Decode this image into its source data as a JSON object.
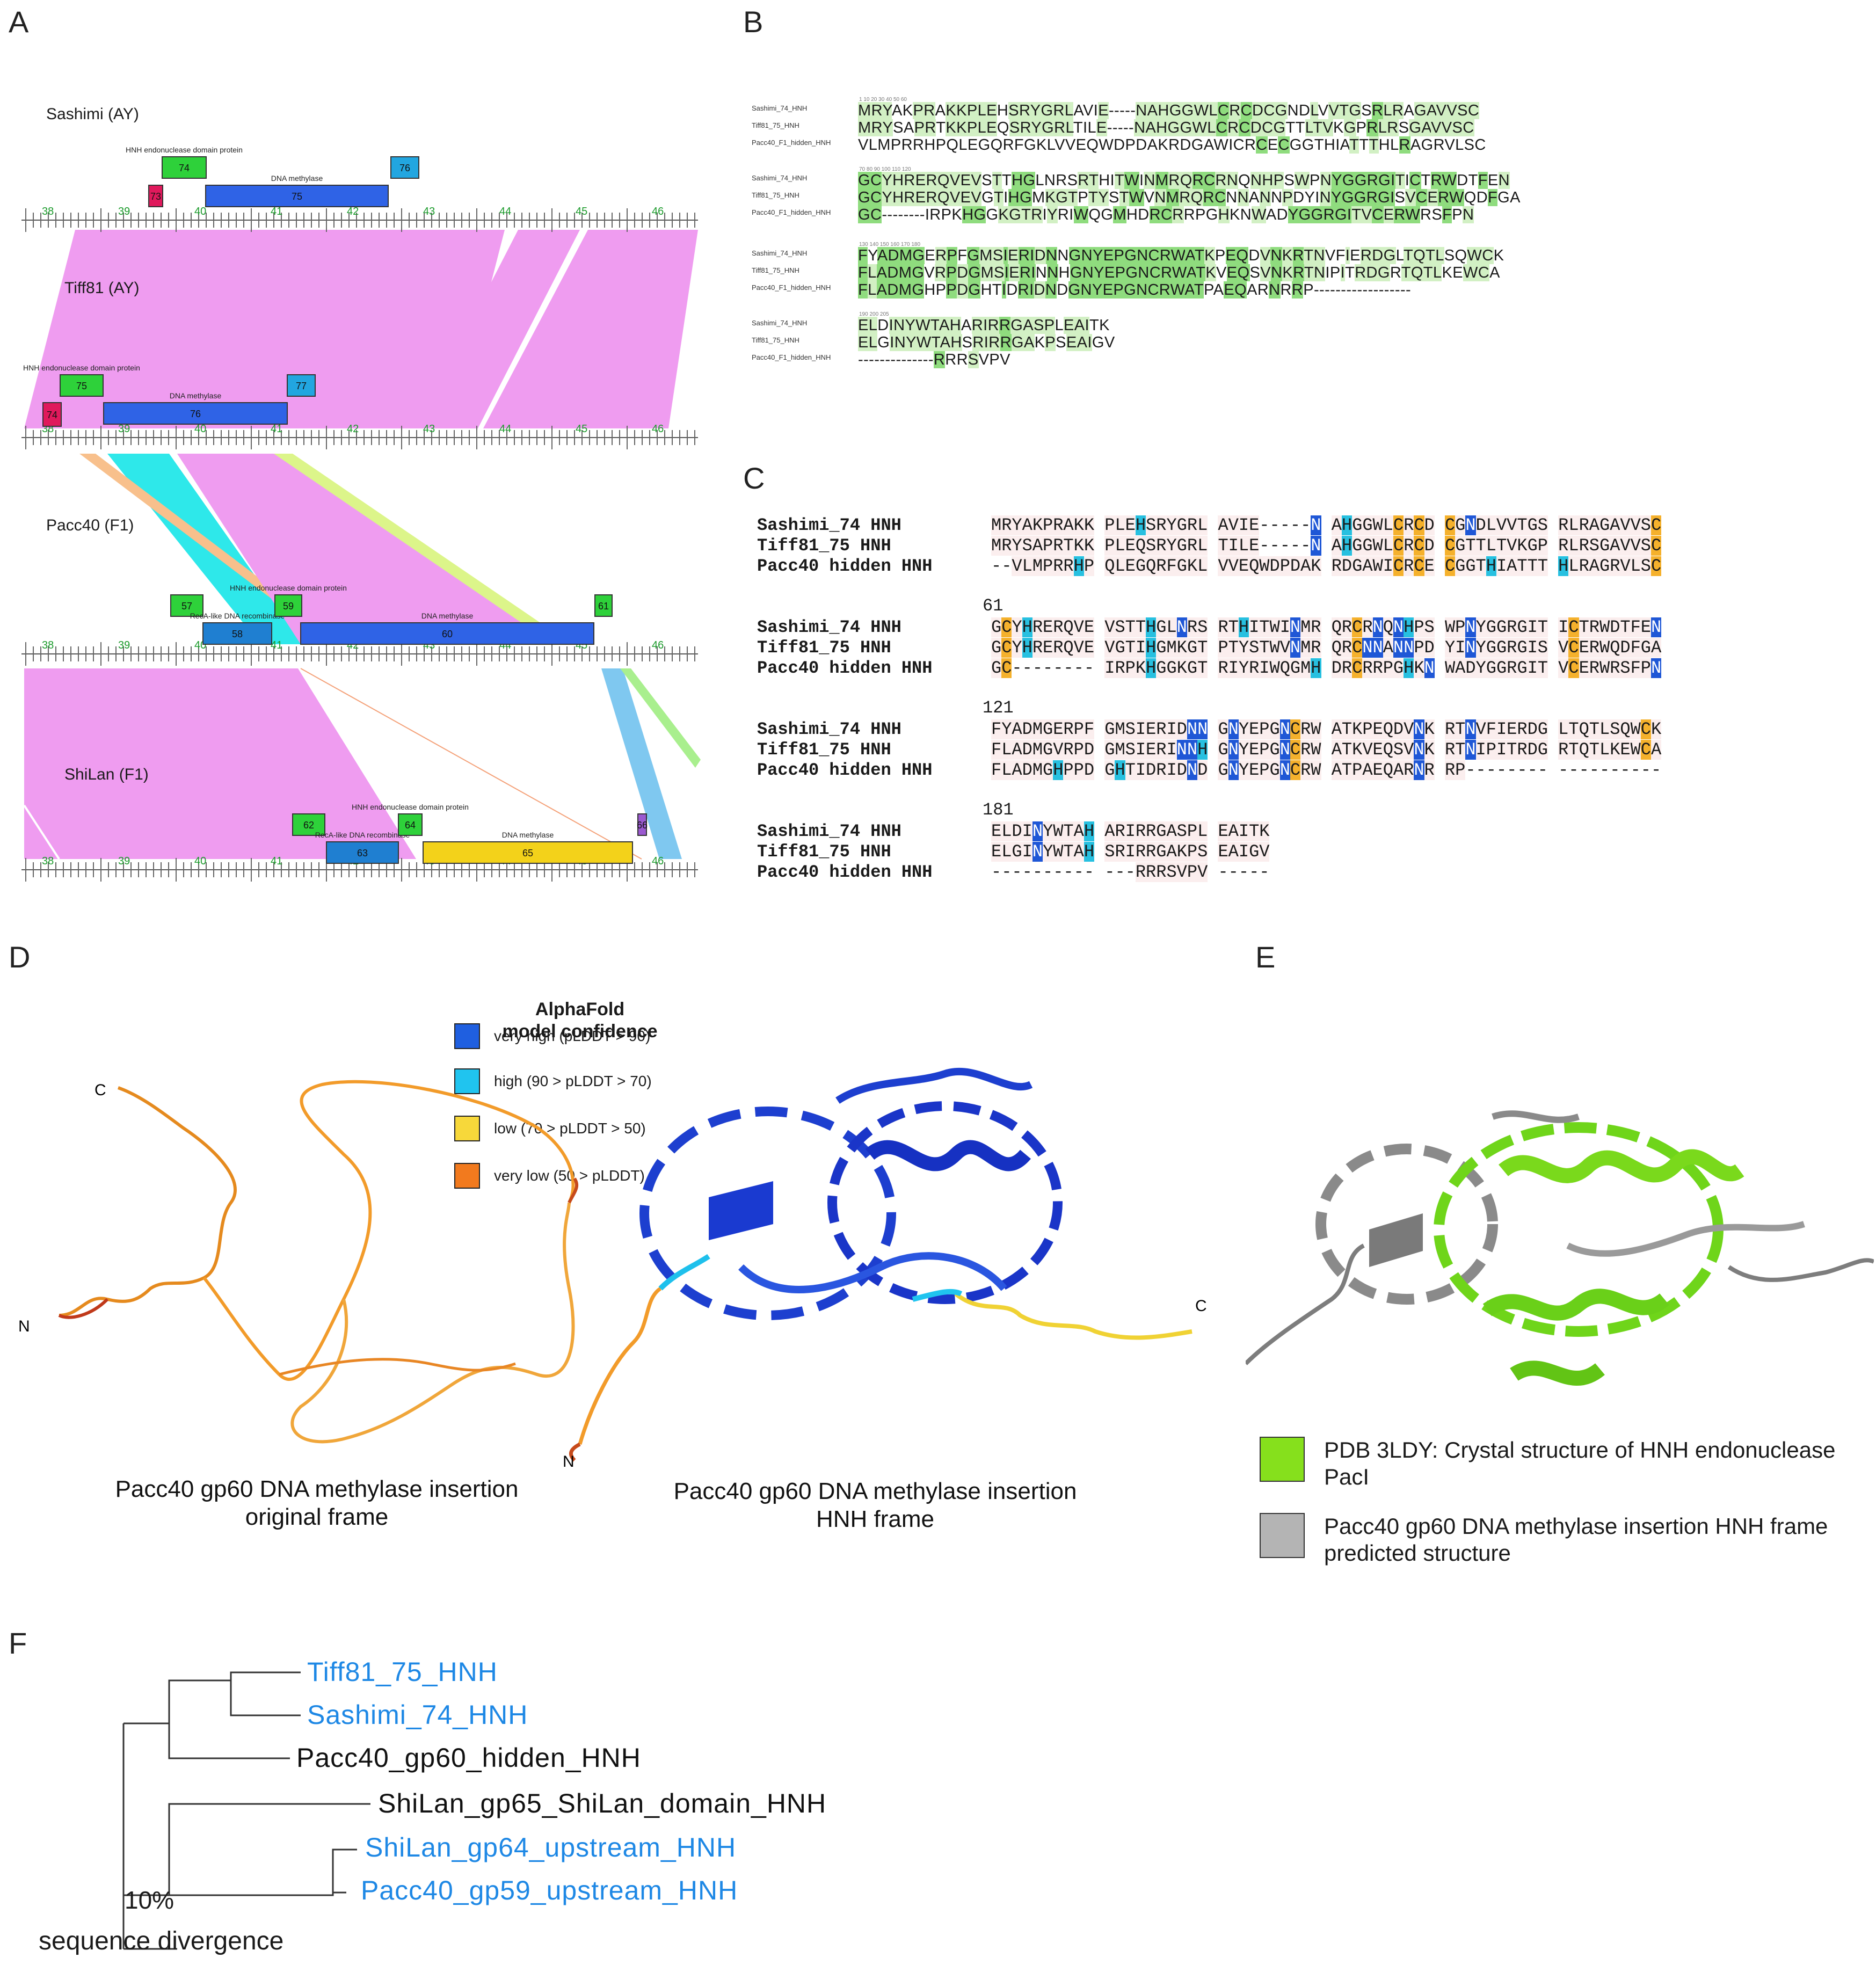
{
  "letters": {
    "A": "A",
    "B": "B",
    "C": "C",
    "D": "D",
    "E": "E",
    "F": "F"
  },
  "panelA": {
    "genomes": [
      {
        "name": "Sashimi (AY)",
        "ticks": [
          "38",
          "39",
          "40",
          "41",
          "42",
          "43",
          "44",
          "45",
          "46"
        ]
      },
      {
        "name": "Tiff81 (AY)",
        "ticks": [
          "38",
          "39",
          "40",
          "41",
          "42",
          "43",
          "44",
          "45",
          "46"
        ]
      },
      {
        "name": "Pacc40 (F1)",
        "ticks": [
          "38",
          "39",
          "40",
          "41",
          "42",
          "43",
          "44",
          "45",
          "46"
        ]
      },
      {
        "name": "ShiLan (F1)",
        "ticks": [
          "38",
          "39",
          "40",
          "41",
          "42",
          "43",
          "44",
          "45",
          "46"
        ]
      }
    ],
    "genes": {
      "sashimi": [
        {
          "label": "73",
          "color": "#e0195c"
        },
        {
          "label": "74",
          "color": "#2ed13a",
          "note": "HNH endonuclease domain protein"
        },
        {
          "label": "75",
          "color": "#2f63e6",
          "note": "DNA methylase"
        },
        {
          "label": "76",
          "color": "#22a6e0"
        }
      ],
      "tiff81": [
        {
          "label": "74",
          "color": "#e0195c"
        },
        {
          "label": "75",
          "color": "#2ed13a",
          "note": "HNH endonuclease domain protein"
        },
        {
          "label": "76",
          "color": "#2f63e6",
          "note": "DNA methylase"
        },
        {
          "label": "77",
          "color": "#22a6e0"
        }
      ],
      "pacc40": [
        {
          "label": "57",
          "color": "#2ed13a"
        },
        {
          "label": "58",
          "color": "#1f7fd1",
          "note": "RecA-like DNA recombinase"
        },
        {
          "label": "59",
          "color": "#2ed13a",
          "note": "HNH endonuclease domain protein"
        },
        {
          "label": "60",
          "color": "#2f63e6",
          "note": "DNA methylase"
        },
        {
          "label": "61",
          "color": "#2ed13a"
        }
      ],
      "shilan": [
        {
          "label": "62",
          "color": "#2ed13a"
        },
        {
          "label": "63",
          "color": "#1f7fd1",
          "note": "RecA-like DNA recombinase"
        },
        {
          "label": "64",
          "color": "#2ed13a",
          "note": "HNH endonuclease domain protein"
        },
        {
          "label": "65",
          "color": "#f3d21a",
          "note": "DNA methylase"
        },
        {
          "label": "66",
          "color": "#9b59d0"
        }
      ]
    },
    "colors": {
      "pink": "#ef9cf0",
      "cyan": "#2ee8ea",
      "peach": "#f8c08c",
      "lime": "#dcf58a",
      "skyblue": "#7fc8f0",
      "green": "#a9ef8e"
    }
  },
  "panelB": {
    "names": [
      "Sashimi_74_HNH",
      "Tiff81_75_HNH",
      "Pacc40_F1_hidden_HNH"
    ],
    "blocks": [
      {
        "pos": [
          "1",
          "10",
          "20",
          "30",
          "40",
          "50",
          "60"
        ],
        "seqs": [
          "MRYAKPRAKKPLEHSRYGRLAVIE-----NAHGGWLCRCDCGNDLVVTGSRLRAGAVVSC",
          "MRYSAPRTKKPLEQSRYGRLTILE-----NAHGGWLCRCDCGTTLTVKGPRLRSGAVVSC",
          "VLMPRRHPQLEGQRFGKLVVEQWDPDAKRDGAWICRCECGGTHIATTTHLRAGRVLSC"
        ]
      },
      {
        "pos": [
          "70",
          "80",
          "90",
          "100",
          "110",
          "120"
        ],
        "seqs": [
          "GCYHRERQVEVSTTHGLNRSRTHITWINMRQRCRNQNHPSWPNYGGRGITICTRWDTFEN",
          "GCYHRERQVEVGTIHGMKGTPTYSTWVNMRQRCNNANNPDYINYGGRGISVCERWQDFGA",
          "GC--------IRPKHGGKGTRIYRIWQGMHDRCRRPGHKNWADYGGRGITVCERWRSFPN"
        ]
      },
      {
        "pos": [
          "130",
          "140",
          "150",
          "160",
          "170",
          "180"
        ],
        "seqs": [
          "FYADMGERPFGMSIERIDNNGNYEPGNCRWATKPEQDVNKRTNVFIERDGLTQTLSQWCK",
          "FLADMGVRPDGMSIERINNHGNYEPGNCRWATKVEQSVNKRTNIPITRDGRTQTLKEWCA",
          "FLADMGHPPDGHTIDRIDNDGNYEPGNCRWATPAEQARNRRP------------------"
        ]
      },
      {
        "pos": [
          "190",
          "200",
          "205"
        ],
        "seqs": [
          "ELDINYWTAHARIRRGASPLEAITK",
          "ELGINYWTAHSRIRRGAKPSEAIGV",
          "--------------RRRSVPV"
        ]
      }
    ]
  },
  "panelC": {
    "names": [
      "Sashimi_74 HNH",
      "Tiff81_75 HNH",
      "Pacc40 hidden HNH"
    ],
    "blocks": [
      {
        "num": "",
        "seqs": [
          "MRYAKPRAKK PLEHSRYGRL AVIE-----N AHGGWLCRCD CGNDLVVTGS RLRAGAVVSC",
          "MRYSAPRTKK PLEQSRYGRL TILE-----N AHGGWLCRCD CGTTLTVKGP RLRSGAVVSC",
          "--VLMPRRHP QLEGQRFGKL VVEQWDPDAK RDGAWICRCE CGGTHIATTT HLRAGRVLSC"
        ]
      },
      {
        "num": "61",
        "seqs": [
          "GCYHRERQVE VSTTHGLNRS RTHITWINMR QRCRNQNHPS WPNYGGRGIT ICTRWDTFEN",
          "GCYHRERQVE VGTIHGMKGT PTYSTWVNMR QRCNNANNPD YINYGGRGIS VCERWQDFGA",
          "GC-------- IRPKHGGKGT RIYRIWQGMH DRCRRPGHKN WADYGGRGIT VCERWRSFPN"
        ]
      },
      {
        "num": "121",
        "seqs": [
          "FYADMGERPF GMSIERIDNN GNYEPGNCRW ATKPEQDVNK RTNVFIERDG LTQTLSQWCK",
          "FLADMGVRPD GMSIERINNH GNYEPGNCRW ATKVEQSVNK RTNIPITRDG RTQTLKEWCA",
          "FLADMGHPPD GHTIDRIDND GNYEPGNCRW ATPAEQARNR RP-------- ----------"
        ]
      },
      {
        "num": "181",
        "seqs": [
          "ELDINYWTAH ARIRRGASPL EAITK",
          "ELGINYWTAH SRIRRGAKPS EAIGV",
          "---------- ---RRRSVPV -----"
        ]
      }
    ]
  },
  "panelD": {
    "legend_title": "AlphaFold\nmodel confidence",
    "legend_title_l1": "AlphaFold",
    "legend_title_l2": "model confidence",
    "legend": [
      {
        "label": "very high (pLDDT > 90)",
        "color": "#1f5fe0"
      },
      {
        "label": "high (90 > pLDDT > 70)",
        "color": "#20c4ef"
      },
      {
        "label": "low (70 > pLDDT > 50)",
        "color": "#f7d83a"
      },
      {
        "label": "very low (50 > pLDDT)",
        "color": "#f27a1e"
      }
    ],
    "caption_left_l1": "Pacc40 gp60 DNA methylase insertion",
    "caption_left_l2": "original frame",
    "caption_right_l1": "Pacc40 gp60 DNA methylase insertion",
    "caption_right_l2": "HNH frame",
    "termini": {
      "n": "N",
      "c": "C"
    }
  },
  "panelE": {
    "legend": [
      {
        "l1": "PDB 3LDY: Crystal structure of HNH endonuclease",
        "l2": "PacI",
        "color": "#86e01c"
      },
      {
        "l1": "Pacc40 gp60 DNA methylase insertion HNH frame",
        "l2": "predicted structure",
        "color": "#b4b4b4"
      }
    ]
  },
  "panelF": {
    "leaves": [
      {
        "label": "Tiff81_75_HNH",
        "color": "#1e88e5"
      },
      {
        "label": "Sashimi_74_HNH",
        "color": "#1e88e5"
      },
      {
        "label": "Pacc40_gp60_hidden_HNH",
        "color": "#111111"
      },
      {
        "label": "ShiLan_gp65_ShiLan_domain_HNH",
        "color": "#111111"
      },
      {
        "label": "ShiLan_gp64_upstream_HNH",
        "color": "#1e88e5"
      },
      {
        "label": "Pacc40_gp59_upstream_HNH",
        "color": "#1e88e5"
      }
    ],
    "scale_label": "10%",
    "axis_label": "sequence divergence"
  }
}
